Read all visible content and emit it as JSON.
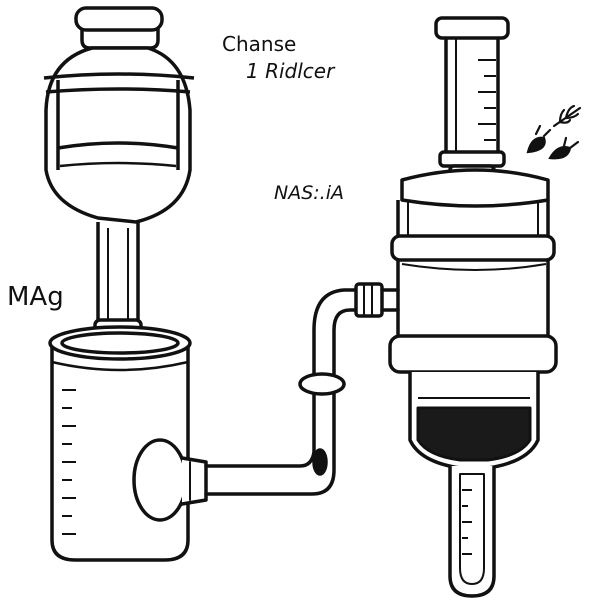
{
  "labels": {
    "top_1": "Chanse",
    "top_2": "1 Ridlcer",
    "middle": "NAS:.iA",
    "left": "MAg"
  },
  "colors": {
    "ink": "#111111",
    "paper": "#ffffff",
    "liquid": "#1a1a1a"
  }
}
